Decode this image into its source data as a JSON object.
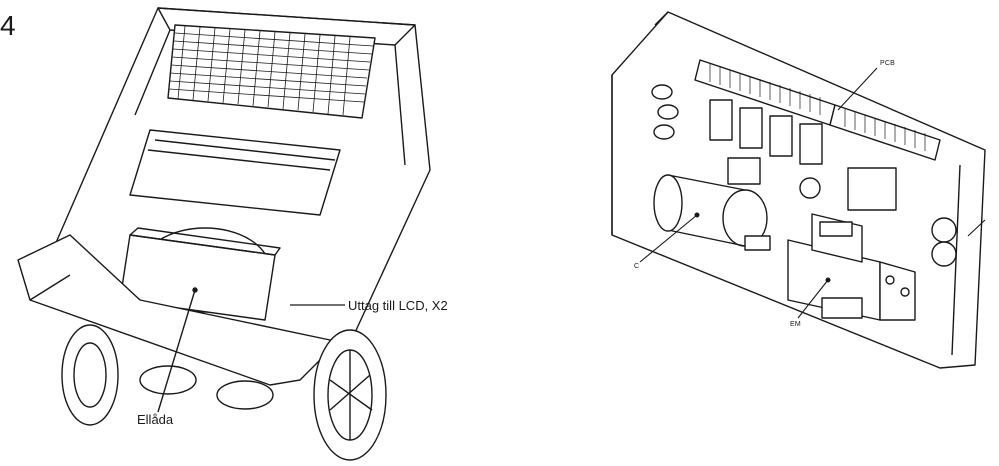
{
  "page": {
    "number": "4"
  },
  "left_figure": {
    "callouts": {
      "lcd_outlet": "Uttag till LCD, X2",
      "electrical_box": "Ellåda"
    }
  },
  "right_figure": {
    "callouts": {
      "pcb": "PCB",
      "capacitor": "C",
      "energy_meter": "EM"
    }
  }
}
